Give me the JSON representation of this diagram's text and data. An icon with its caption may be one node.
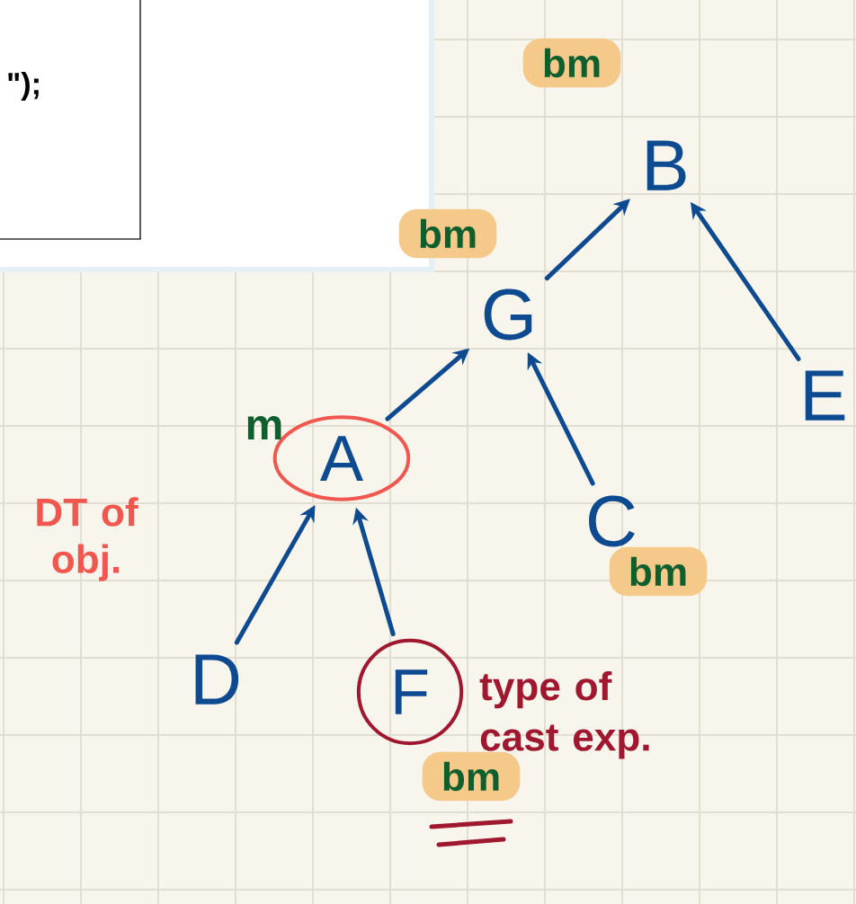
{
  "diagram": {
    "nodes": [
      {
        "text": [
          "B"
        ],
        "beside": [
          "bm"
        ]
      },
      {
        "text": [
          "G"
        ],
        "beside": [
          "bm"
        ]
      },
      {
        "text": [
          "E"
        ]
      },
      {
        "text": [
          "A"
        ],
        "beside": [
          "m",
          "DT of obj."
        ]
      },
      {
        "text": [
          "C"
        ],
        "beside": [
          "bm"
        ]
      },
      {
        "text": [
          "D"
        ]
      },
      {
        "text": [
          "F"
        ],
        "beside": [
          "bm",
          "type of cast exp."
        ]
      }
    ],
    "edges": [
      {
        "from": 1,
        "to": 0,
        "arrow": "to"
      },
      {
        "from": 2,
        "to": 0,
        "arrow": "to"
      },
      {
        "from": 3,
        "to": 1,
        "arrow": "to"
      },
      {
        "from": 4,
        "to": 1,
        "arrow": "to"
      },
      {
        "from": 5,
        "to": 3,
        "arrow": "to"
      },
      {
        "from": 6,
        "to": 3,
        "arrow": "to"
      }
    ],
    "labels": [
      "\");"
    ]
  }
}
